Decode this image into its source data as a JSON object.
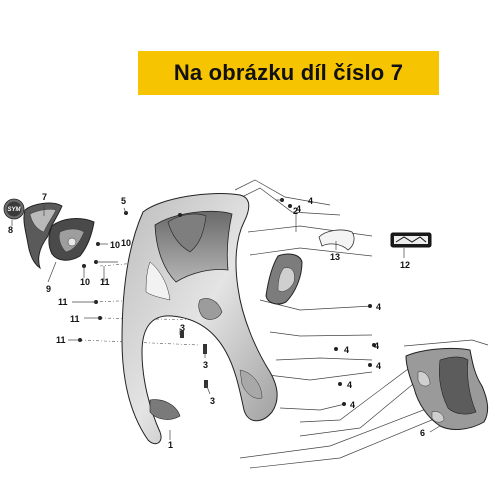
{
  "banner": {
    "text": "Na obrázku díl číslo 7"
  },
  "emblem": {
    "logo_text": "SYM"
  },
  "callouts": [
    {
      "id": "c7a",
      "label": "7"
    },
    {
      "id": "c8",
      "label": "8"
    },
    {
      "id": "c9",
      "label": "9"
    },
    {
      "id": "c10a",
      "label": "10"
    },
    {
      "id": "c10b",
      "label": "10"
    },
    {
      "id": "c10c",
      "label": "10"
    },
    {
      "id": "c11a",
      "label": "11"
    },
    {
      "id": "c11b",
      "label": "11"
    },
    {
      "id": "c11c",
      "label": "11"
    },
    {
      "id": "c11d",
      "label": "11"
    },
    {
      "id": "c5",
      "label": "5"
    },
    {
      "id": "c4a",
      "label": "4"
    },
    {
      "id": "c4b",
      "label": "4"
    },
    {
      "id": "c4c",
      "label": "4"
    },
    {
      "id": "c4d",
      "label": "4"
    },
    {
      "id": "c4e",
      "label": "4"
    },
    {
      "id": "c4f",
      "label": "4"
    },
    {
      "id": "c4g",
      "label": "4"
    },
    {
      "id": "c4h",
      "label": "4"
    },
    {
      "id": "c3a",
      "label": "3"
    },
    {
      "id": "c3b",
      "label": "3"
    },
    {
      "id": "c3c",
      "label": "3"
    },
    {
      "id": "c2",
      "label": "2"
    },
    {
      "id": "c13",
      "label": "13"
    },
    {
      "id": "c12",
      "label": "12"
    },
    {
      "id": "c6",
      "label": "6"
    },
    {
      "id": "c1",
      "label": "1"
    }
  ],
  "colors": {
    "banner": "#f6c400",
    "part_fill": "#d0d0d0",
    "part_dark": "#8a8a8a",
    "line": "#444444"
  }
}
